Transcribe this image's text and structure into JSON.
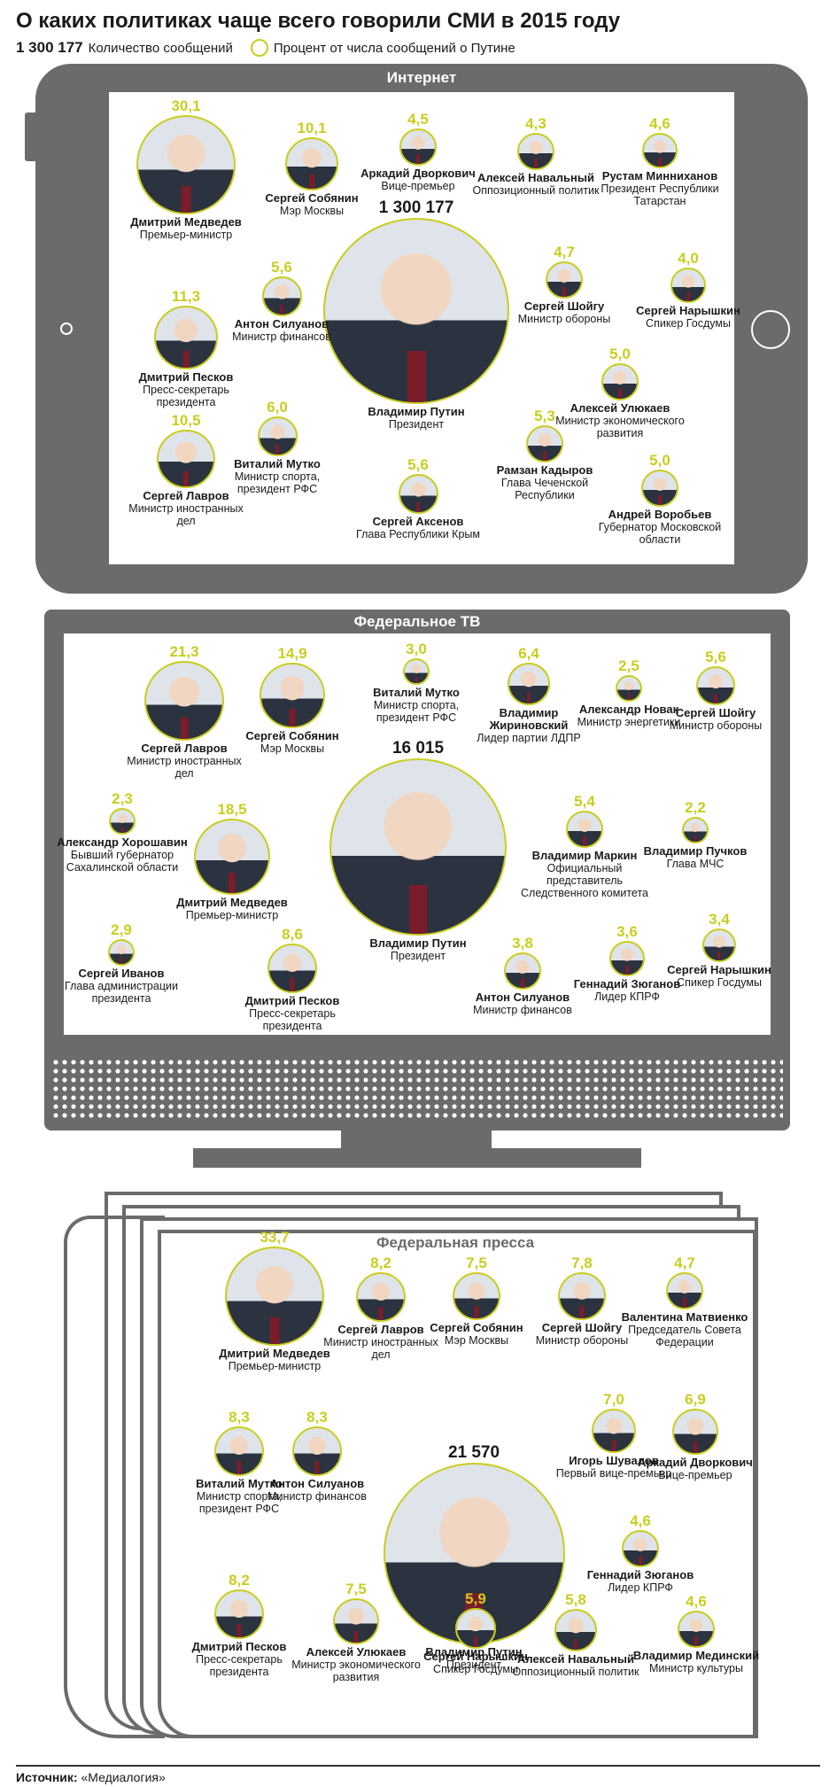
{
  "title": "О каких политиках чаще всего говорили СМИ в 2015 году",
  "legend": {
    "count_value": "1 300 177",
    "count_label": "Количество сообщений",
    "pct_label": "Процент от числа сообщений о Путине"
  },
  "source": {
    "label": "Источник:",
    "value": "«Медиалогия»"
  },
  "colors": {
    "accent": "#c9cd1f",
    "frame": "#6b6b6b"
  },
  "chart_data": [
    {
      "type": "bubble",
      "title": "Интернет",
      "center": {
        "name": "Владимир Путин",
        "role": "Президент",
        "count": "1 300 177"
      },
      "people": [
        {
          "pct": "30,1",
          "name": "Дмитрий Медведев",
          "role": "Премьер-министр"
        },
        {
          "pct": "10,1",
          "name": "Сергей Собянин",
          "role": "Мэр Москвы"
        },
        {
          "pct": "4,5",
          "name": "Аркадий Дворкович",
          "role": "Вице-премьер"
        },
        {
          "pct": "4,3",
          "name": "Алексей Навальный",
          "role": "Оппозиционный политик"
        },
        {
          "pct": "4,6",
          "name": "Рустам Минниханов",
          "role": "Президент Республики Татарстан"
        },
        {
          "pct": "11,3",
          "name": "Дмитрий Песков",
          "role": "Пресс-секретарь президента"
        },
        {
          "pct": "5,6",
          "name": "Антон Силуанов",
          "role": "Министр финансов"
        },
        {
          "pct": "4,7",
          "name": "Сергей Шойгу",
          "role": "Министр обороны"
        },
        {
          "pct": "4,0",
          "name": "Сергей Нарышкин",
          "role": "Спикер Госдумы"
        },
        {
          "pct": "5,0",
          "name": "Алексей Улюкаев",
          "role": "Министр экономического развития"
        },
        {
          "pct": "10,5",
          "name": "Сергей Лавров",
          "role": "Министр иностранных дел"
        },
        {
          "pct": "6,0",
          "name": "Виталий Мутко",
          "role": "Министр спорта, президент РФС"
        },
        {
          "pct": "5,3",
          "name": "Рамзан Кадыров",
          "role": "Глава Чеченской Республики"
        },
        {
          "pct": "5,6",
          "name": "Сергей Аксенов",
          "role": "Глава Республики Крым"
        },
        {
          "pct": "5,0",
          "name": "Андрей Воробьев",
          "role": "Губернатор Московской области"
        }
      ]
    },
    {
      "type": "bubble",
      "title": "Федеральное ТВ",
      "center": {
        "name": "Владимир Путин",
        "role": "Президент",
        "count": "16 015"
      },
      "people": [
        {
          "pct": "21,3",
          "name": "Сергей Лавров",
          "role": "Министр иностранных дел"
        },
        {
          "pct": "14,9",
          "name": "Сергей Собянин",
          "role": "Мэр Москвы"
        },
        {
          "pct": "3,0",
          "name": "Виталий Мутко",
          "role": "Министр спорта, президент РФС"
        },
        {
          "pct": "6,4",
          "name": "Владимир Жириновский",
          "role": "Лидер партии ЛДПР"
        },
        {
          "pct": "2,5",
          "name": "Александр Новак",
          "role": "Министр энергетики"
        },
        {
          "pct": "5,6",
          "name": "Сергей Шойгу",
          "role": "Министр обороны"
        },
        {
          "pct": "2,3",
          "name": "Александр Хорошавин",
          "role": "Бывший губернатор Сахалинской области"
        },
        {
          "pct": "18,5",
          "name": "Дмитрий Медведев",
          "role": "Премьер-министр"
        },
        {
          "pct": "5,4",
          "name": "Владимир Маркин",
          "role": "Официальный представитель Следственного комитета"
        },
        {
          "pct": "2,2",
          "name": "Владимир Пучков",
          "role": "Глава МЧС"
        },
        {
          "pct": "2,9",
          "name": "Сергей Иванов",
          "role": "Глава администрации президента"
        },
        {
          "pct": "8,6",
          "name": "Дмитрий Песков",
          "role": "Пресс-секретарь президента"
        },
        {
          "pct": "3,8",
          "name": "Антон Силуанов",
          "role": "Министр финансов"
        },
        {
          "pct": "3,6",
          "name": "Геннадий Зюганов",
          "role": "Лидер КПРФ"
        },
        {
          "pct": "3,4",
          "name": "Сергей Нарышкин",
          "role": "Спикер Госдумы"
        }
      ]
    },
    {
      "type": "bubble",
      "title": "Федеральная пресса",
      "center": {
        "name": "Владимир Путин",
        "role": "Президент",
        "count": "21 570"
      },
      "people": [
        {
          "pct": "33,7",
          "name": "Дмитрий Медведев",
          "role": "Премьер-министр"
        },
        {
          "pct": "8,2",
          "name": "Сергей Лавров",
          "role": "Министр иностранных дел"
        },
        {
          "pct": "7,5",
          "name": "Сергей Собянин",
          "role": "Мэр Москвы"
        },
        {
          "pct": "7,8",
          "name": "Сергей Шойгу",
          "role": "Министр обороны"
        },
        {
          "pct": "4,7",
          "name": "Валентина Матвиенко",
          "role": "Председатель Совета Федерации"
        },
        {
          "pct": "8,3",
          "name": "Виталий Мутко",
          "role": "Министр спорта, президент РФС"
        },
        {
          "pct": "8,3",
          "name": "Антон Силуанов",
          "role": "Министр финансов"
        },
        {
          "pct": "7,0",
          "name": "Игорь Шувалов",
          "role": "Первый вице-премьер"
        },
        {
          "pct": "6,9",
          "name": "Аркадий Дворкович",
          "role": "Вице-премьер"
        },
        {
          "pct": "4,6",
          "name": "Геннадий Зюганов",
          "role": "Лидер КПРФ"
        },
        {
          "pct": "8,2",
          "name": "Дмитрий Песков",
          "role": "Пресс-секретарь президента"
        },
        {
          "pct": "7,5",
          "name": "Алексей Улюкаев",
          "role": "Министр экономического развития"
        },
        {
          "pct": "5,9",
          "name": "Сергей Нарышкин",
          "role": "Спикер Госдумы"
        },
        {
          "pct": "5,8",
          "name": "Алексей Навальный",
          "role": "Оппозиционный политик"
        },
        {
          "pct": "4,6",
          "name": "Владимир Мединский",
          "role": "Министр культуры"
        }
      ]
    }
  ]
}
